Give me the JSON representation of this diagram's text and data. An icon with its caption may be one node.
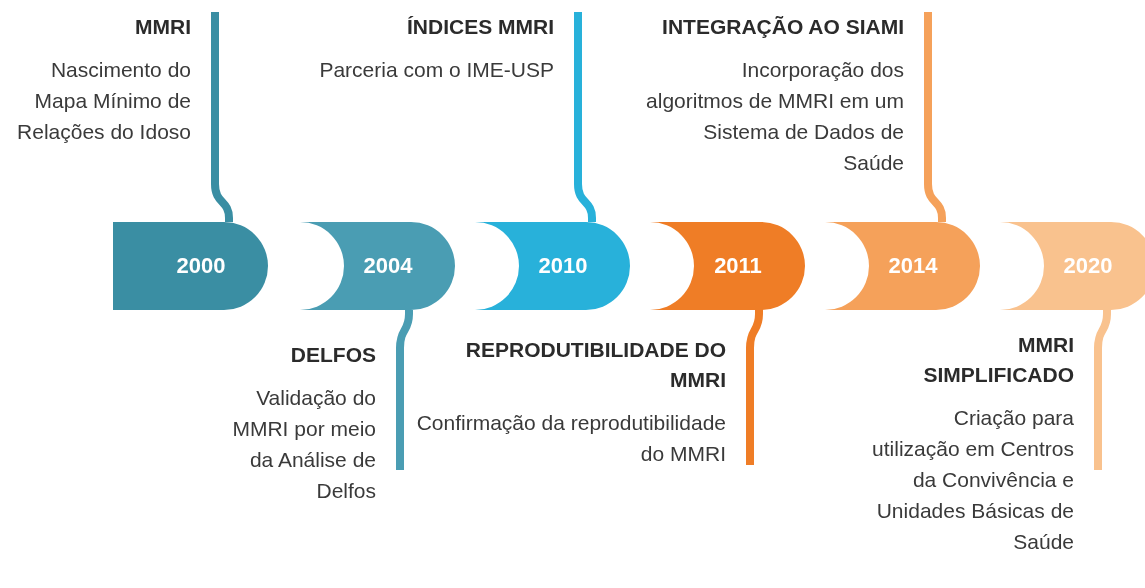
{
  "diagram": {
    "nodes": [
      {
        "text": [
          "2000"
        ]
      },
      {
        "text": [
          "2004"
        ]
      },
      {
        "text": [
          "2010"
        ]
      },
      {
        "text": [
          "2011"
        ]
      },
      {
        "text": [
          "2014"
        ]
      },
      {
        "text": [
          "2020"
        ]
      },
      {
        "text": [
          "MMRI",
          "Nascimento do Mapa Mínimo de Relações do Idoso"
        ]
      },
      {
        "text": [
          "DELFOS",
          "Validação do MMRI por meio da Análise de Delfos"
        ]
      },
      {
        "text": [
          "ÍNDICES MMRI",
          "Parceria com o IME-USP"
        ]
      },
      {
        "text": [
          "REPRODUTIBILIDADE DO MMRI",
          "Confirmação da reprodutibilidade do MMRI"
        ]
      },
      {
        "text": [
          "INTEGRAÇÃO AO SIAMI",
          "Incorporação dos algoritmos de MMRI em um Sistema de Dados de Saúde"
        ]
      },
      {
        "text": [
          "MMRI SIMPLIFICADO",
          "Criação para utilização em Centros da Convivência e Unidades Básicas de Saúde"
        ]
      }
    ],
    "edges": [
      {
        "from": 6,
        "to": 0,
        "arrow": "none",
        "color": "#3a8ea3"
      },
      {
        "from": 1,
        "to": 7,
        "arrow": "none",
        "color": "#4a9db3"
      },
      {
        "from": 8,
        "to": 2,
        "arrow": "none",
        "color": "#28b1da"
      },
      {
        "from": 3,
        "to": 9,
        "arrow": "none",
        "color": "#ef7d26"
      },
      {
        "from": 10,
        "to": 4,
        "arrow": "none",
        "color": "#f5a15a"
      },
      {
        "from": 5,
        "to": 11,
        "arrow": "none",
        "color": "#f9c28e"
      }
    ]
  }
}
